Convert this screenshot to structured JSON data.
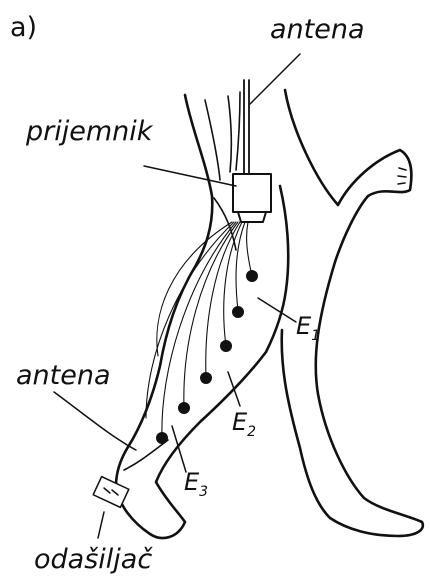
{
  "figure": {
    "panel_label": "a)",
    "labels": {
      "antenna_top": "antena",
      "receiver": "prijemnik",
      "antenna_bottom": "antena",
      "transmitter": "odašiljač"
    },
    "electrodes": [
      {
        "letter": "E",
        "sub": "1"
      },
      {
        "letter": "E",
        "sub": "2"
      },
      {
        "letter": "E",
        "sub": "3"
      }
    ]
  }
}
